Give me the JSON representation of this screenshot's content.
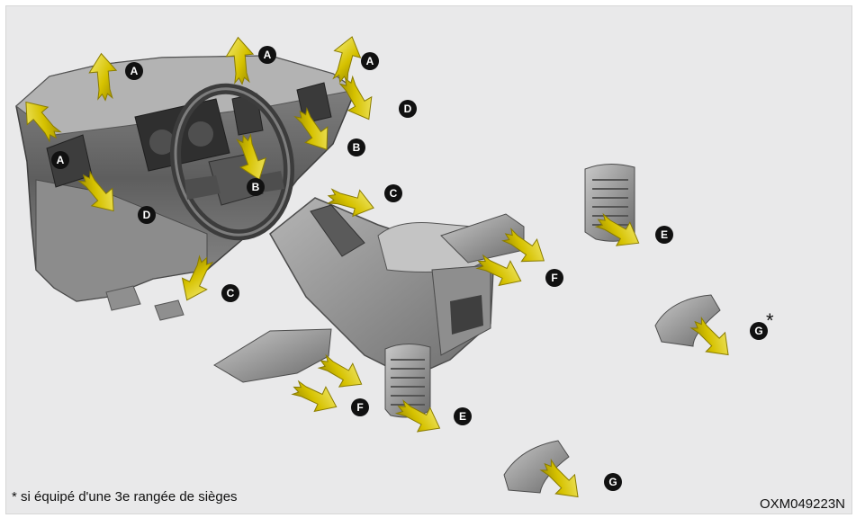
{
  "footnote": "* si équipé d'une 3e rangée de sièges",
  "figure_code": "OXM049223N",
  "optional_marker": "*",
  "arrow_color": "#d6c200",
  "callouts": [
    "A",
    "A",
    "A",
    "D",
    "A",
    "B",
    "D",
    "B",
    "C",
    "C",
    "E",
    "F",
    "G",
    "F",
    "E",
    "G"
  ]
}
